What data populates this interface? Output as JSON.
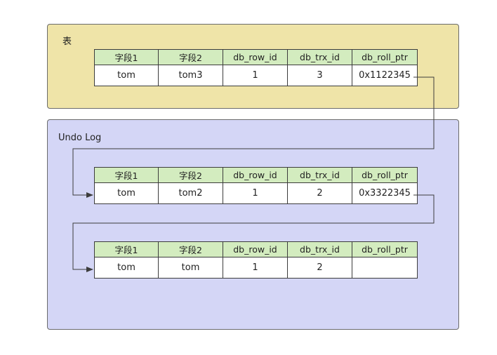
{
  "table_panel": {
    "title": "表"
  },
  "undo_panel": {
    "title": "Undo Log"
  },
  "columns": [
    "字段1",
    "字段2",
    "db_row_id",
    "db_trx_id",
    "db_roll_ptr"
  ],
  "rows": [
    {
      "field1": "tom",
      "field2": "tom3",
      "db_row_id": "1",
      "db_trx_id": "3",
      "db_roll_ptr": "0x1122345"
    },
    {
      "field1": "tom",
      "field2": "tom2",
      "db_row_id": "1",
      "db_trx_id": "2",
      "db_roll_ptr": "0x3322345"
    },
    {
      "field1": "tom",
      "field2": "tom",
      "db_row_id": "1",
      "db_trx_id": "2",
      "db_roll_ptr": ""
    }
  ],
  "colors": {
    "table_panel": "#efe4a8",
    "undo_panel": "#d4d6f6",
    "header_cells": "#d3ecbf",
    "value_cells": "#ffffff",
    "border": "#3c3c3c"
  }
}
